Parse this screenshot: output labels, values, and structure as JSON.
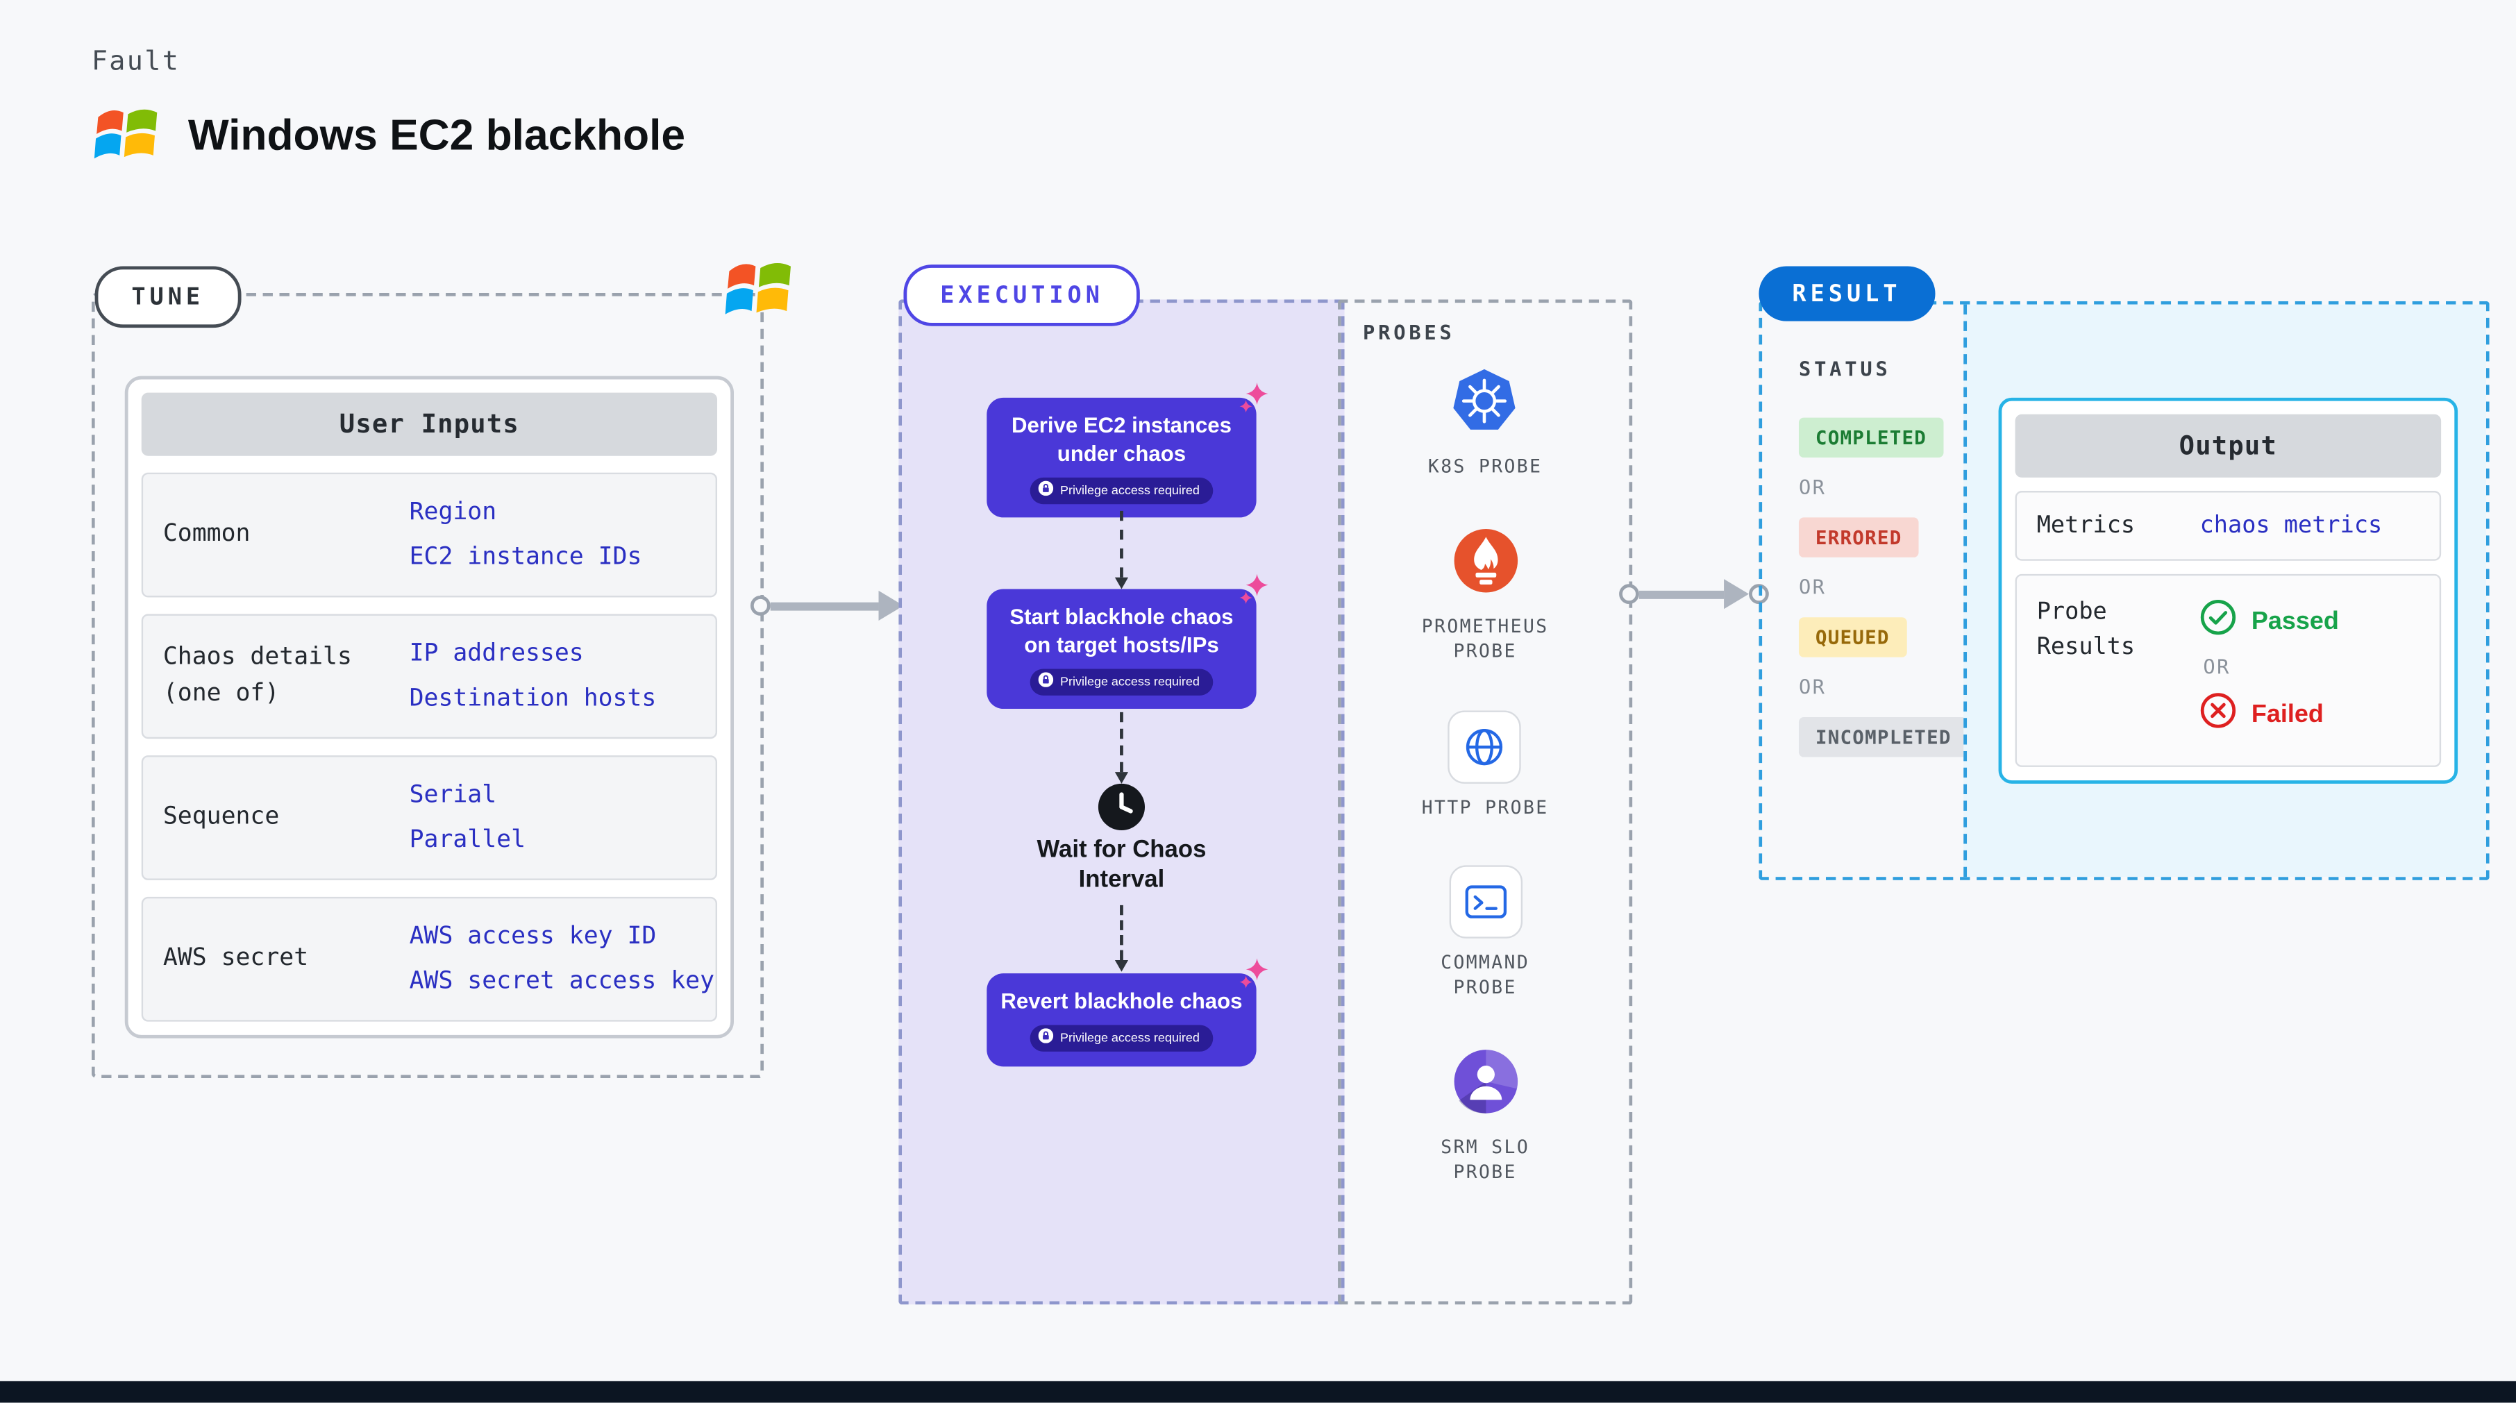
{
  "header": {
    "kind_label": "Fault",
    "title": "Windows EC2 blackhole"
  },
  "tune": {
    "section_label": "TUNE",
    "user_inputs": {
      "header": "User Inputs",
      "rows": [
        {
          "label": "Common",
          "values": [
            "Region",
            "EC2 instance IDs"
          ]
        },
        {
          "label": "Chaos details (one of)",
          "values": [
            "IP addresses",
            "Destination hosts"
          ]
        },
        {
          "label": "Sequence",
          "values": [
            "Serial",
            "Parallel"
          ]
        },
        {
          "label": "AWS secret",
          "values": [
            "AWS access key ID",
            "AWS secret access key"
          ]
        }
      ]
    }
  },
  "execution": {
    "section_label": "EXECUTION",
    "privilege_badge": "Privilege access required",
    "steps": [
      "Derive EC2 instances under chaos",
      "Start blackhole chaos on target hosts/IPs",
      "Revert blackhole chaos"
    ],
    "wait_label": "Wait for Chaos Interval"
  },
  "probes": {
    "section_label": "PROBES",
    "items": [
      {
        "label": "K8S PROBE",
        "icon": "kubernetes-icon"
      },
      {
        "label": "PROMETHEUS PROBE",
        "icon": "prometheus-icon"
      },
      {
        "label": "HTTP PROBE",
        "icon": "globe-icon"
      },
      {
        "label": "COMMAND PROBE",
        "icon": "terminal-icon"
      },
      {
        "label": "SRM SLO PROBE",
        "icon": "srm-slo-icon"
      }
    ]
  },
  "result": {
    "section_label": "RESULT",
    "status_heading": "STATUS",
    "or_label": "OR",
    "statuses": [
      {
        "label": "COMPLETED",
        "color": "#1b7c33",
        "background": "#cdeed0"
      },
      {
        "label": "ERRORED",
        "color": "#c2392b",
        "background": "#f8d7d2"
      },
      {
        "label": "QUEUED",
        "color": "#97690a",
        "background": "#fdedba"
      },
      {
        "label": "INCOMPLETED",
        "color": "#596068",
        "background": "#e2e4e8"
      }
    ],
    "output": {
      "header": "Output",
      "metrics_label": "Metrics",
      "metrics_value": "chaos metrics",
      "probe_results_label": "Probe Results",
      "passed_label": "Passed",
      "failed_label": "Failed"
    }
  },
  "colors": {
    "page_background": "#f7f8fa",
    "execution_panel": "#e5e2f8",
    "step_box_indigo": "#4a38d8",
    "accent_indigo": "#4f46e5",
    "result_blue": "#0a6fd4",
    "output_border_cyan": "#27b3e6",
    "value_text_blue": "#2a2fc2",
    "sparkle_pink": "#ed4c9b",
    "passed_green": "#17a34a",
    "failed_red": "#de2020"
  }
}
